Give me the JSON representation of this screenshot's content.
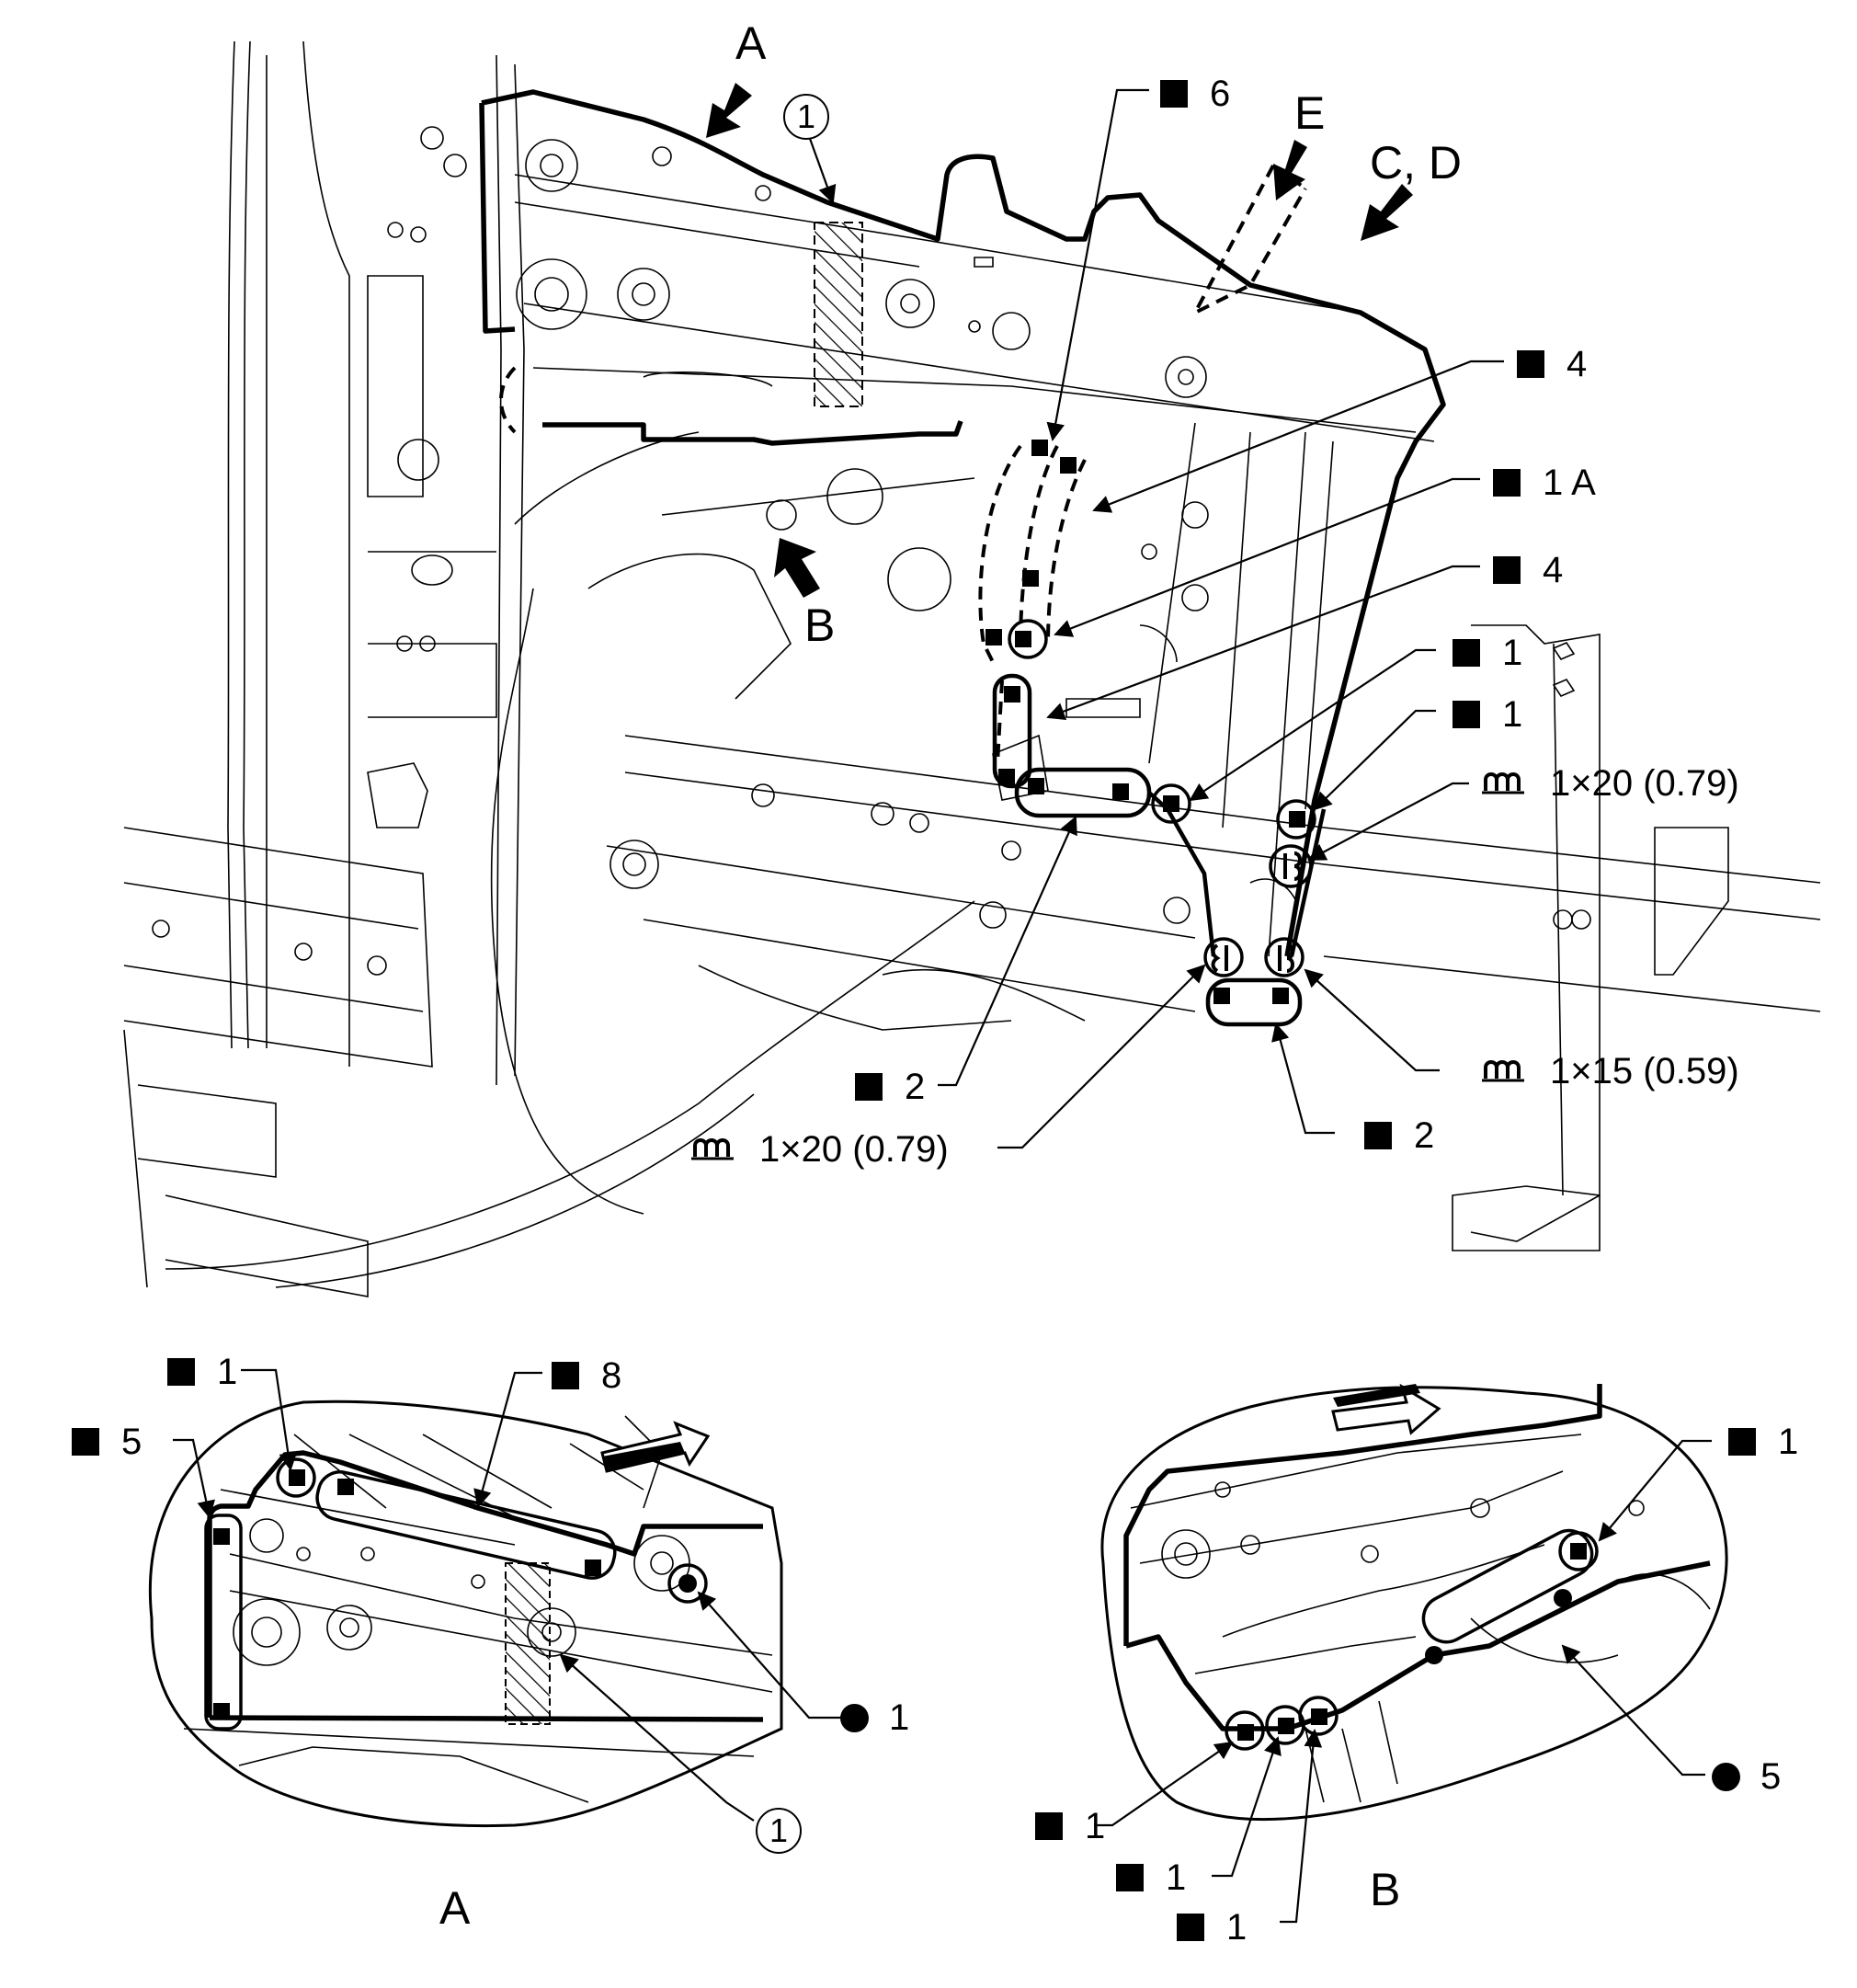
{
  "diagram": {
    "title": "Body structure sectioning / welding diagram",
    "view_arrows": [
      "A",
      "B",
      "C, D",
      "E"
    ],
    "symbols": {
      "spot_weld": "filled-square",
      "plug_weld": "filled-circle",
      "brazing": "weld-bead-icon",
      "reference_marker": "circled-number"
    },
    "main_view": {
      "labels": {
        "view_a": "A",
        "view_b": "B",
        "view_cd": "C, D",
        "view_e": "E",
        "ref_1": "1",
        "weld_6": "6",
        "weld_4_upper": "4",
        "weld_1a": "1 A",
        "weld_4_lower": "4",
        "weld_1_a": "1",
        "weld_1_b": "1",
        "braze_upper": "1×20 (0.79)",
        "braze_right": "1×15 (0.59)",
        "braze_left": "1×20 (0.79)",
        "weld_2_left": "2",
        "weld_2_right": "2"
      }
    },
    "detail_a": {
      "caption": "A",
      "labels": {
        "weld_1": "1",
        "weld_8": "8",
        "weld_5": "5",
        "plug_1": "1",
        "ref_1": "1"
      }
    },
    "detail_b": {
      "caption": "B",
      "labels": {
        "weld_1_top": "1",
        "plug_5": "5",
        "weld_1_a": "1",
        "weld_1_b": "1",
        "weld_1_c": "1"
      }
    }
  }
}
